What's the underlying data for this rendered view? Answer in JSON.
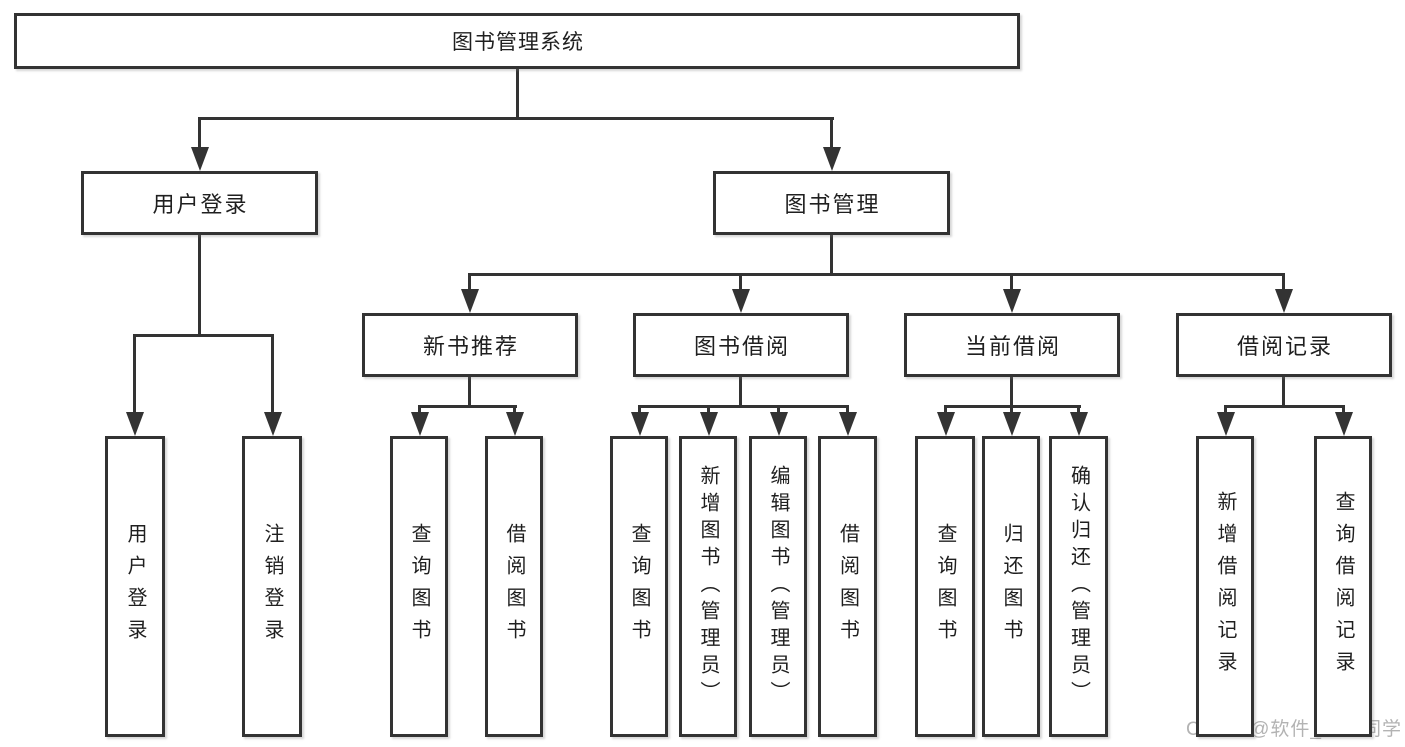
{
  "diagram": {
    "title": "图书管理系统",
    "nodes": [
      {
        "id": "root",
        "label": "图书管理系统",
        "level": 1
      },
      {
        "id": "user-login",
        "label": "用户登录",
        "level": 2
      },
      {
        "id": "book-management",
        "label": "图书管理",
        "level": 2
      },
      {
        "id": "new-book-recommend",
        "label": "新书推荐",
        "level": 3
      },
      {
        "id": "book-borrow",
        "label": "图书借阅",
        "level": 3
      },
      {
        "id": "current-borrow",
        "label": "当前借阅",
        "level": 3
      },
      {
        "id": "borrow-records",
        "label": "借阅记录",
        "level": 3
      },
      {
        "id": "leaf-user-login",
        "label": "用户登录",
        "level": 4
      },
      {
        "id": "leaf-logout",
        "label": "注销登录",
        "level": 4
      },
      {
        "id": "leaf-query-book-1",
        "label": "查询图书",
        "level": 4
      },
      {
        "id": "leaf-borrow-book-1",
        "label": "借阅图书",
        "level": 4
      },
      {
        "id": "leaf-query-book-2",
        "label": "查询图书",
        "level": 4
      },
      {
        "id": "leaf-add-book",
        "label": "新增图书（管理员）",
        "level": 4
      },
      {
        "id": "leaf-edit-book",
        "label": "编辑图书（管理员）",
        "level": 4
      },
      {
        "id": "leaf-borrow-book-2",
        "label": "借阅图书",
        "level": 4
      },
      {
        "id": "leaf-query-book-3",
        "label": "查询图书",
        "level": 4
      },
      {
        "id": "leaf-return-book",
        "label": "归还图书",
        "level": 4
      },
      {
        "id": "leaf-confirm-return",
        "label": "确认归还（管理员）",
        "level": 4
      },
      {
        "id": "leaf-add-borrow-record",
        "label": "新增借阅记录",
        "level": 4
      },
      {
        "id": "leaf-query-borrow-record",
        "label": "查询借阅记录",
        "level": 4
      }
    ],
    "edges": [
      {
        "from": "root",
        "to": "user-login"
      },
      {
        "from": "root",
        "to": "book-management"
      },
      {
        "from": "user-login",
        "to": "leaf-user-login"
      },
      {
        "from": "user-login",
        "to": "leaf-logout"
      },
      {
        "from": "book-management",
        "to": "new-book-recommend"
      },
      {
        "from": "book-management",
        "to": "book-borrow"
      },
      {
        "from": "book-management",
        "to": "current-borrow"
      },
      {
        "from": "book-management",
        "to": "borrow-records"
      },
      {
        "from": "new-book-recommend",
        "to": "leaf-query-book-1"
      },
      {
        "from": "new-book-recommend",
        "to": "leaf-borrow-book-1"
      },
      {
        "from": "book-borrow",
        "to": "leaf-query-book-2"
      },
      {
        "from": "book-borrow",
        "to": "leaf-add-book"
      },
      {
        "from": "book-borrow",
        "to": "leaf-edit-book"
      },
      {
        "from": "book-borrow",
        "to": "leaf-borrow-book-2"
      },
      {
        "from": "current-borrow",
        "to": "leaf-query-book-3"
      },
      {
        "from": "current-borrow",
        "to": "leaf-return-book"
      },
      {
        "from": "current-borrow",
        "to": "leaf-confirm-return"
      },
      {
        "from": "borrow-records",
        "to": "leaf-add-borrow-record"
      },
      {
        "from": "borrow-records",
        "to": "leaf-query-borrow-record"
      }
    ]
  },
  "watermark": {
    "text": "CSDN @软件_小贺同学"
  },
  "colors": {
    "background": "#ffffff",
    "border": "#333333",
    "line": "#333333",
    "text": "#1f1f1f",
    "watermark": "#b3b3b3"
  }
}
